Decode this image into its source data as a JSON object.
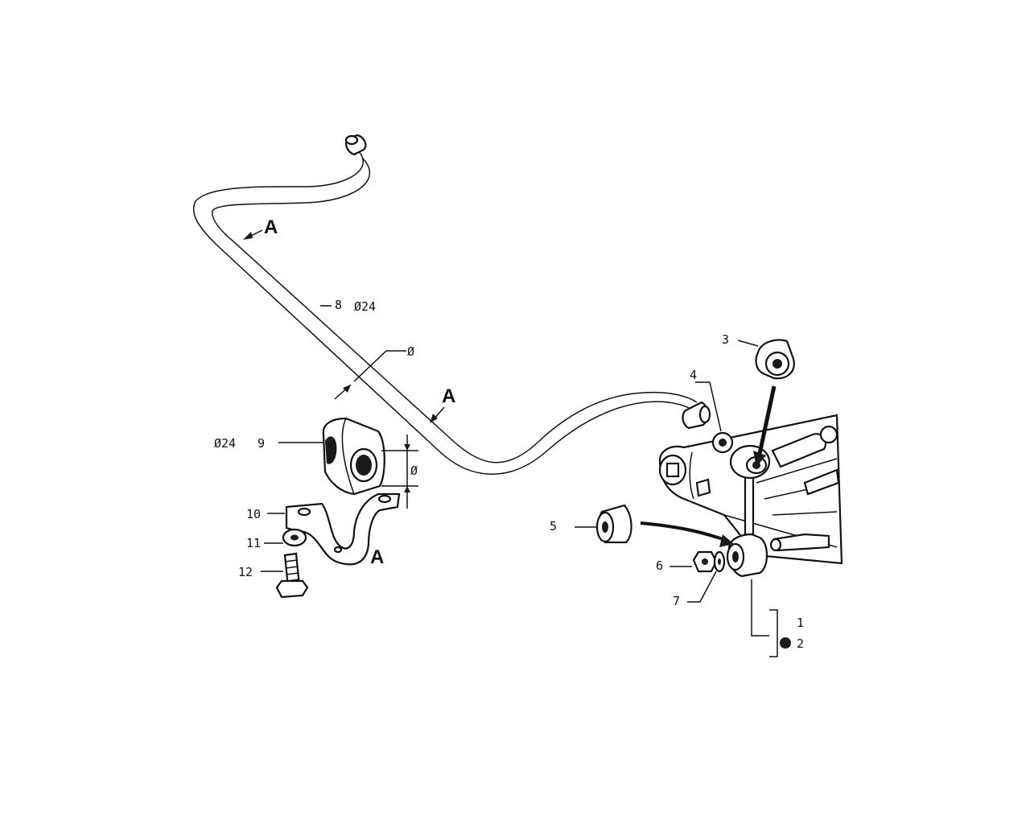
{
  "callouts": {
    "c1": "1",
    "c2": "2",
    "c3": "3",
    "c4": "4",
    "c5": "5",
    "c6": "6",
    "c7": "7",
    "c8": "8",
    "c9": "9",
    "c10": "10",
    "c11": "11",
    "c12": "12"
  },
  "dimensions": {
    "bar_diameter": "Ø24",
    "bushing_diameter": "Ø24",
    "section_diameter_1": "Ø",
    "section_diameter_2": "Ø"
  },
  "section_marks": {
    "a1": "A",
    "a2": "A",
    "a3": "A"
  }
}
